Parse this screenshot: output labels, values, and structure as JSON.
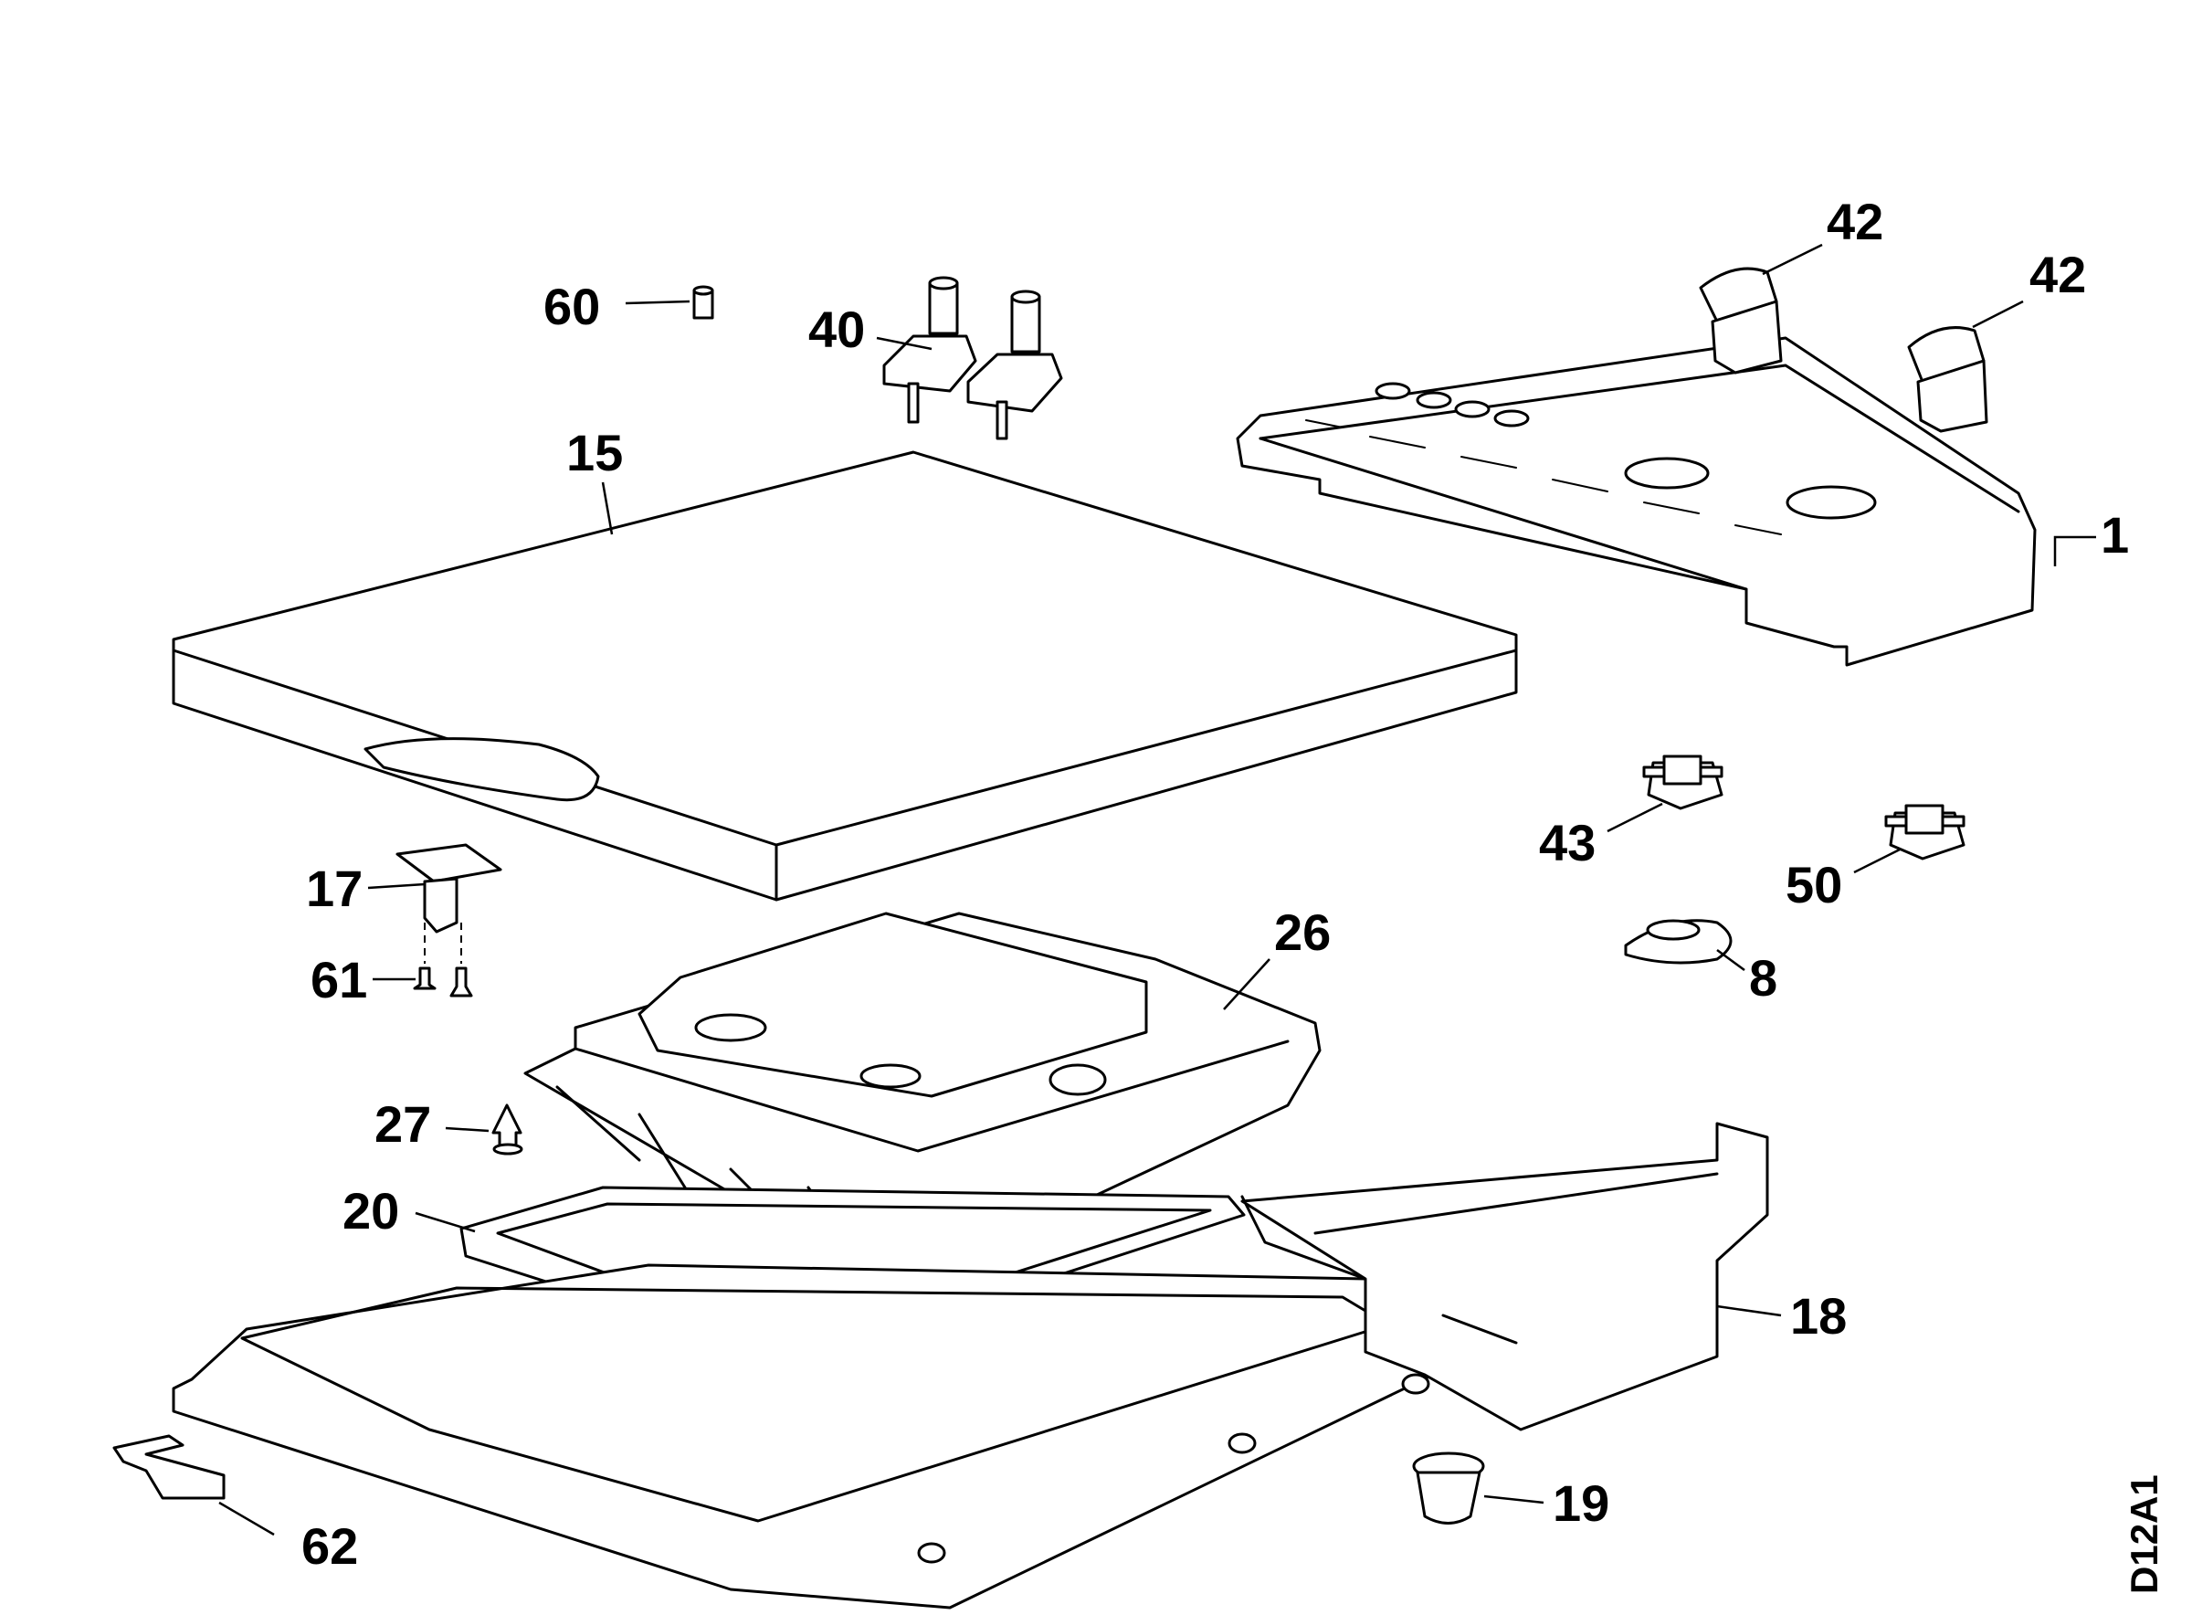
{
  "drawing_code": "D12A1",
  "callouts": [
    {
      "id": "c1",
      "label": "1"
    },
    {
      "id": "c8",
      "label": "8"
    },
    {
      "id": "c15",
      "label": "15"
    },
    {
      "id": "c17",
      "label": "17"
    },
    {
      "id": "c18",
      "label": "18"
    },
    {
      "id": "c19",
      "label": "19"
    },
    {
      "id": "c20",
      "label": "20"
    },
    {
      "id": "c26",
      "label": "26"
    },
    {
      "id": "c27",
      "label": "27"
    },
    {
      "id": "c40",
      "label": "40"
    },
    {
      "id": "c42a",
      "label": "42"
    },
    {
      "id": "c42b",
      "label": "42"
    },
    {
      "id": "c43",
      "label": "43"
    },
    {
      "id": "c50",
      "label": "50"
    },
    {
      "id": "c60",
      "label": "60"
    },
    {
      "id": "c61",
      "label": "61"
    },
    {
      "id": "c62",
      "label": "62"
    }
  ]
}
